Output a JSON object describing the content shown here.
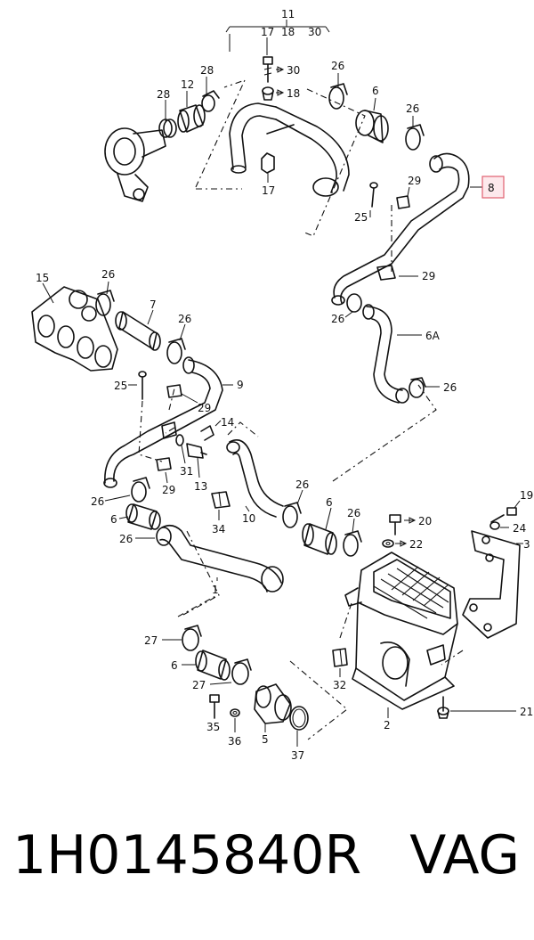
{
  "diagram": {
    "group_header": {
      "label": "11",
      "sub_labels": [
        "17",
        "18",
        "30"
      ]
    },
    "callouts": [
      {
        "id": "c28a",
        "text": "28"
      },
      {
        "id": "c12",
        "text": "12"
      },
      {
        "id": "c28b",
        "text": "28"
      },
      {
        "id": "c30",
        "text": "30"
      },
      {
        "id": "c18",
        "text": "18"
      },
      {
        "id": "c17",
        "text": "17"
      },
      {
        "id": "c26a",
        "text": "26"
      },
      {
        "id": "c6a",
        "text": "6"
      },
      {
        "id": "c26b",
        "text": "26"
      },
      {
        "id": "c8",
        "text": "8"
      },
      {
        "id": "c29a",
        "text": "29"
      },
      {
        "id": "c25a",
        "text": "25"
      },
      {
        "id": "c29b",
        "text": "29"
      },
      {
        "id": "c26c",
        "text": "26"
      },
      {
        "id": "c6A",
        "text": "6A"
      },
      {
        "id": "c26d",
        "text": "26"
      },
      {
        "id": "c15",
        "text": "15"
      },
      {
        "id": "c26e",
        "text": "26"
      },
      {
        "id": "c7",
        "text": "7"
      },
      {
        "id": "c26f",
        "text": "26"
      },
      {
        "id": "c9",
        "text": "9"
      },
      {
        "id": "c25b",
        "text": "25"
      },
      {
        "id": "c29c",
        "text": "29"
      },
      {
        "id": "c14",
        "text": "14"
      },
      {
        "id": "c31",
        "text": "31"
      },
      {
        "id": "c13",
        "text": "13"
      },
      {
        "id": "c29d",
        "text": "29"
      },
      {
        "id": "c26g",
        "text": "26"
      },
      {
        "id": "c6b",
        "text": "6"
      },
      {
        "id": "c26h",
        "text": "26"
      },
      {
        "id": "c34",
        "text": "34"
      },
      {
        "id": "c10",
        "text": "10"
      },
      {
        "id": "c26i",
        "text": "26"
      },
      {
        "id": "c6c",
        "text": "6"
      },
      {
        "id": "c26j",
        "text": "26"
      },
      {
        "id": "c20",
        "text": "20"
      },
      {
        "id": "c22",
        "text": "22"
      },
      {
        "id": "c19",
        "text": "19"
      },
      {
        "id": "c24",
        "text": "24"
      },
      {
        "id": "c3",
        "text": "3"
      },
      {
        "id": "c1",
        "text": "1"
      },
      {
        "id": "c27a",
        "text": "27"
      },
      {
        "id": "c6d",
        "text": "6"
      },
      {
        "id": "c27b",
        "text": "27"
      },
      {
        "id": "c35",
        "text": "35"
      },
      {
        "id": "c36",
        "text": "36"
      },
      {
        "id": "c5",
        "text": "5"
      },
      {
        "id": "c37",
        "text": "37"
      },
      {
        "id": "c32",
        "text": "32"
      },
      {
        "id": "c2",
        "text": "2"
      },
      {
        "id": "c21",
        "text": "21"
      }
    ],
    "highlighted_callout": "c8"
  },
  "footer": {
    "part_number": "1H0145840R",
    "brand": "VAG"
  }
}
